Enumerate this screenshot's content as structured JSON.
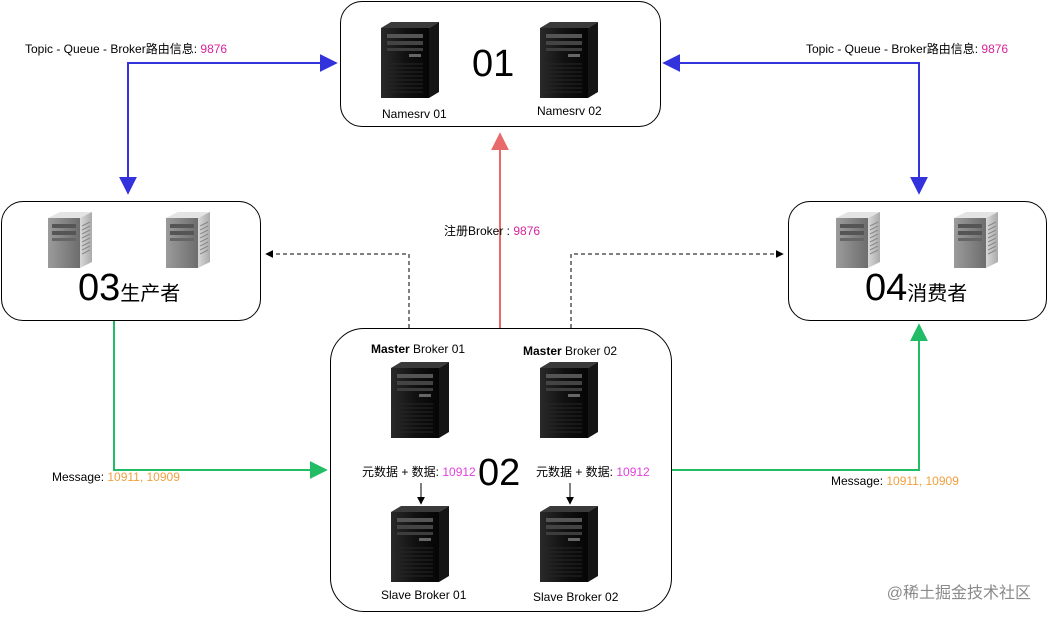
{
  "nameserver": {
    "number": "01",
    "servers": [
      "Namesrv 01",
      "Namesrv 02"
    ]
  },
  "broker": {
    "number": "02",
    "masters": [
      {
        "role": "Master",
        "name": "Broker 01"
      },
      {
        "role": "Master",
        "name": "Broker 02"
      }
    ],
    "slaves": [
      "Slave Broker 01",
      "Slave Broker 02"
    ],
    "sync_label": "元数据 + 数据: ",
    "sync_port": "10912"
  },
  "producer": {
    "number": "03",
    "title": "生产者"
  },
  "consumer": {
    "number": "04",
    "title": "消费者"
  },
  "routes": {
    "route_label": "Topic - Queue - Broker路由信息: ",
    "route_port": "9876",
    "register_label": "注册Broker : ",
    "register_port": "9876",
    "message_label": "Message: ",
    "message_ports": "10911, 10909"
  },
  "colors": {
    "blue": "#3333dd",
    "green": "#22bb66",
    "red": "#e86a6a",
    "pink": "#d6249b",
    "orange": "#f0a040"
  },
  "watermark": "@稀土掘金技术社区"
}
